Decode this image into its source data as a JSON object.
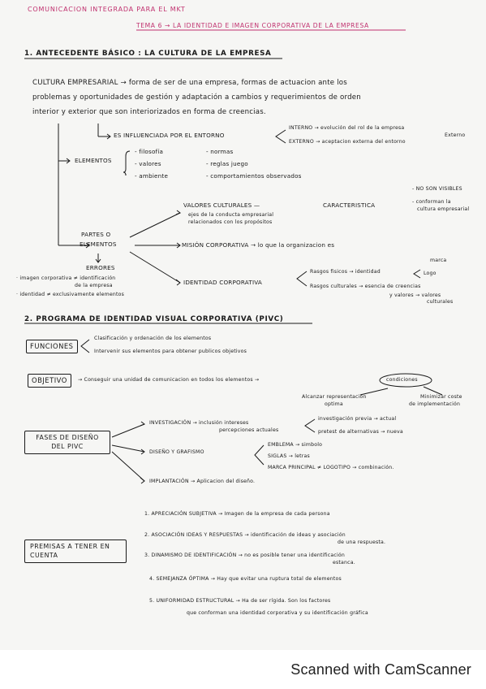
{
  "header": {
    "course": "COMUNICACION INTEGRADA PARA EL MKT",
    "topic": "TEMA 6 → LA IDENTIDAD E IMAGEN CORPORATIVA DE LA EMPRESA"
  },
  "section1": {
    "title": "1. ANTECEDENTE BÁSICO : LA CULTURA DE LA EMPRESA",
    "def_line1": "CULTURA EMPRESARIAL → forma de ser de una empresa, formas de actuacion ante los",
    "def_line2": "problemas y oportunidades de gestión y adaptación a cambios y requerimientos de orden",
    "def_line3": "interior y exterior que son interiorizados en forma de creencias.",
    "influence": "ES INFLUENCIADA POR EL ENTORNO",
    "interno": "INTERNO → evolución del rol de la empresa",
    "externo": "EXTERNO → aceptacion externa del entorno",
    "externo_note": "Externo",
    "elementos_label": "ELEMENTOS",
    "el_filosofia": "- filosofía",
    "el_valores": "- valores",
    "el_ambiente": "- ambiente",
    "el_normas": "- normas",
    "el_reglas": "- reglas juego",
    "el_comport": "- comportamientos observados",
    "no_visibles": "- NO SON VISIBLES",
    "conforman": "- conforman la",
    "cultura_emp": "cultura empresarial",
    "valores_culturales": "VALORES CULTURALES —",
    "caracteristica": "CARACTERISTICA",
    "ejes_1": "ejes de la conducta empresarial",
    "ejes_2": "relacionados con los propósitos",
    "partes_1": "PARTES O",
    "partes_2": "ELEMENTOS",
    "errores": "ERRORES",
    "mision": "MISIÓN CORPORATIVA → lo que la organizacion es",
    "identidad_corp": "IDENTIDAD CORPORATIVA",
    "rasgos_fisicos": "Rasgos fisicos → identidad",
    "marca": "marca",
    "logo": "Logo",
    "rasgos_culturales": "Rasgos culturales → esencia de creencias",
    "valores_valores": "y valores → valores",
    "culturales": "culturales",
    "err1_a": "· imagen corporativa ≠ identificación",
    "err1_b": "de la empresa",
    "err2": "· identidad ≠ exclusivamente elementos"
  },
  "section2": {
    "title": "2. PROGRAMA DE IDENTIDAD VISUAL CORPORATIVA (PIVC)",
    "funciones_label": "FUNCIONES",
    "func1": "Clasificación y ordenación de los elementos",
    "func2": "Intervenir sus elementos para obtener publicos objetivos",
    "objetivo_label": "OBJETIVO",
    "objetivo_text": "→ Conseguir una unidad de comunicacion en todos los elementos →",
    "condiciones": "condiciones",
    "alcanzar_1": "Alcanzar representación",
    "alcanzar_2": "optima",
    "minimizar_1": "Minimizar coste",
    "minimizar_2": "de implementación",
    "fases_label": "FASES DE DISEÑO DEL PIVC",
    "investigacion": "INVESTIGACIÓN → inclusión intereses",
    "percepciones": "percepciones actuales",
    "inv_previa": "investigación previa → actual",
    "pretest": "pretest de alternativas → nueva",
    "diseno": "DISEÑO Y GRAFISMO",
    "emblema": "EMBLEMA → simbolo",
    "siglas": "SIGLAS → letras",
    "marca_principal": "MARCA PRINCIPAL ≠ LOGOTIPO → combinación.",
    "implantacion": "IMPLANTACIÓN → Aplicacion del diseño."
  },
  "premisas": {
    "label": "PREMISAS A TENER EN CUENTA",
    "p1": "1. APRECIACIÓN SUBJETIVA → Imagen de la empresa de cada persona",
    "p2a": "2. ASOCIACIÓN IDEAS Y RESPUESTAS → identificación de ideas y asociación",
    "p2b": "de una respuesta.",
    "p3a": "3. DINAMISMO DE IDENTIFICACIÓN → no es posible tener una identificación",
    "p3b": "estanca.",
    "p4": "4. SEMEJANZA ÓPTIMA → Hay que evitar una ruptura total de elementos",
    "p5a": "5. UNIFORMIDAD ESTRUCTURAL → Ha de ser rígida. Son los factores",
    "p5b": "que conforman una identidad corporativa y su identificación gráfica"
  },
  "footer": {
    "scanner": "Scanned with CamScanner"
  },
  "colors": {
    "ink": "#1a1a1a",
    "accent": "#c0306e",
    "paper": "#f6f6f4"
  }
}
